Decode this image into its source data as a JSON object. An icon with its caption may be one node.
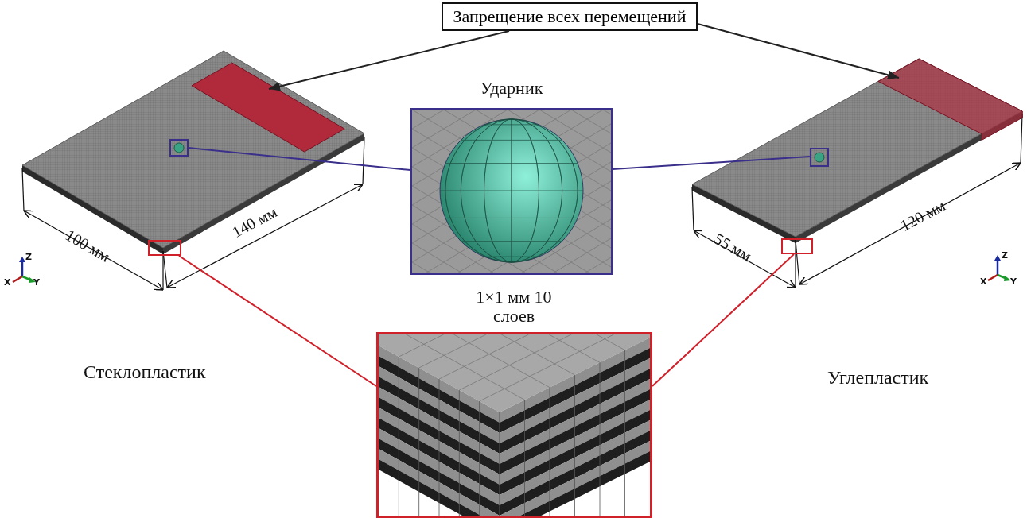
{
  "diagram": {
    "nodes": [
      {
        "text": [
          "Запрещение всех перемещений"
        ]
      },
      {
        "text": [],
        "shape": "box"
      },
      {
        "text": [],
        "shape": "box"
      },
      {
        "text": [],
        "shape": "box"
      },
      {
        "text": [
          "Ударник"
        ]
      },
      {
        "text": [],
        "shape": "box"
      },
      {
        "text": [],
        "shape": "box"
      },
      {
        "text": [],
        "shape": "box"
      },
      {
        "text": [
          "1×1 мм 10 слоев"
        ]
      }
    ],
    "edges": [
      {
        "from": 0,
        "to": 1,
        "arrow": "to"
      },
      {
        "from": 0,
        "to": 2,
        "arrow": "to"
      },
      {
        "from": 3,
        "to": 4,
        "arrow": "none",
        "color": "#3a2f8a"
      },
      {
        "from": 5,
        "to": 4,
        "arrow": "none",
        "color": "#3a2f8a"
      },
      {
        "from": 6,
        "to": 8,
        "arrow": "none",
        "color": "#d0202a"
      },
      {
        "from": 7,
        "to": 8,
        "arrow": "none",
        "color": "#d0202a"
      }
    ],
    "labels": [
      "100 мм",
      "140 мм",
      "55 мм",
      "120 мм",
      "Z",
      "X",
      "Y",
      "Z",
      "X",
      "Y",
      "Стеклопластик",
      "Углепластик"
    ]
  }
}
